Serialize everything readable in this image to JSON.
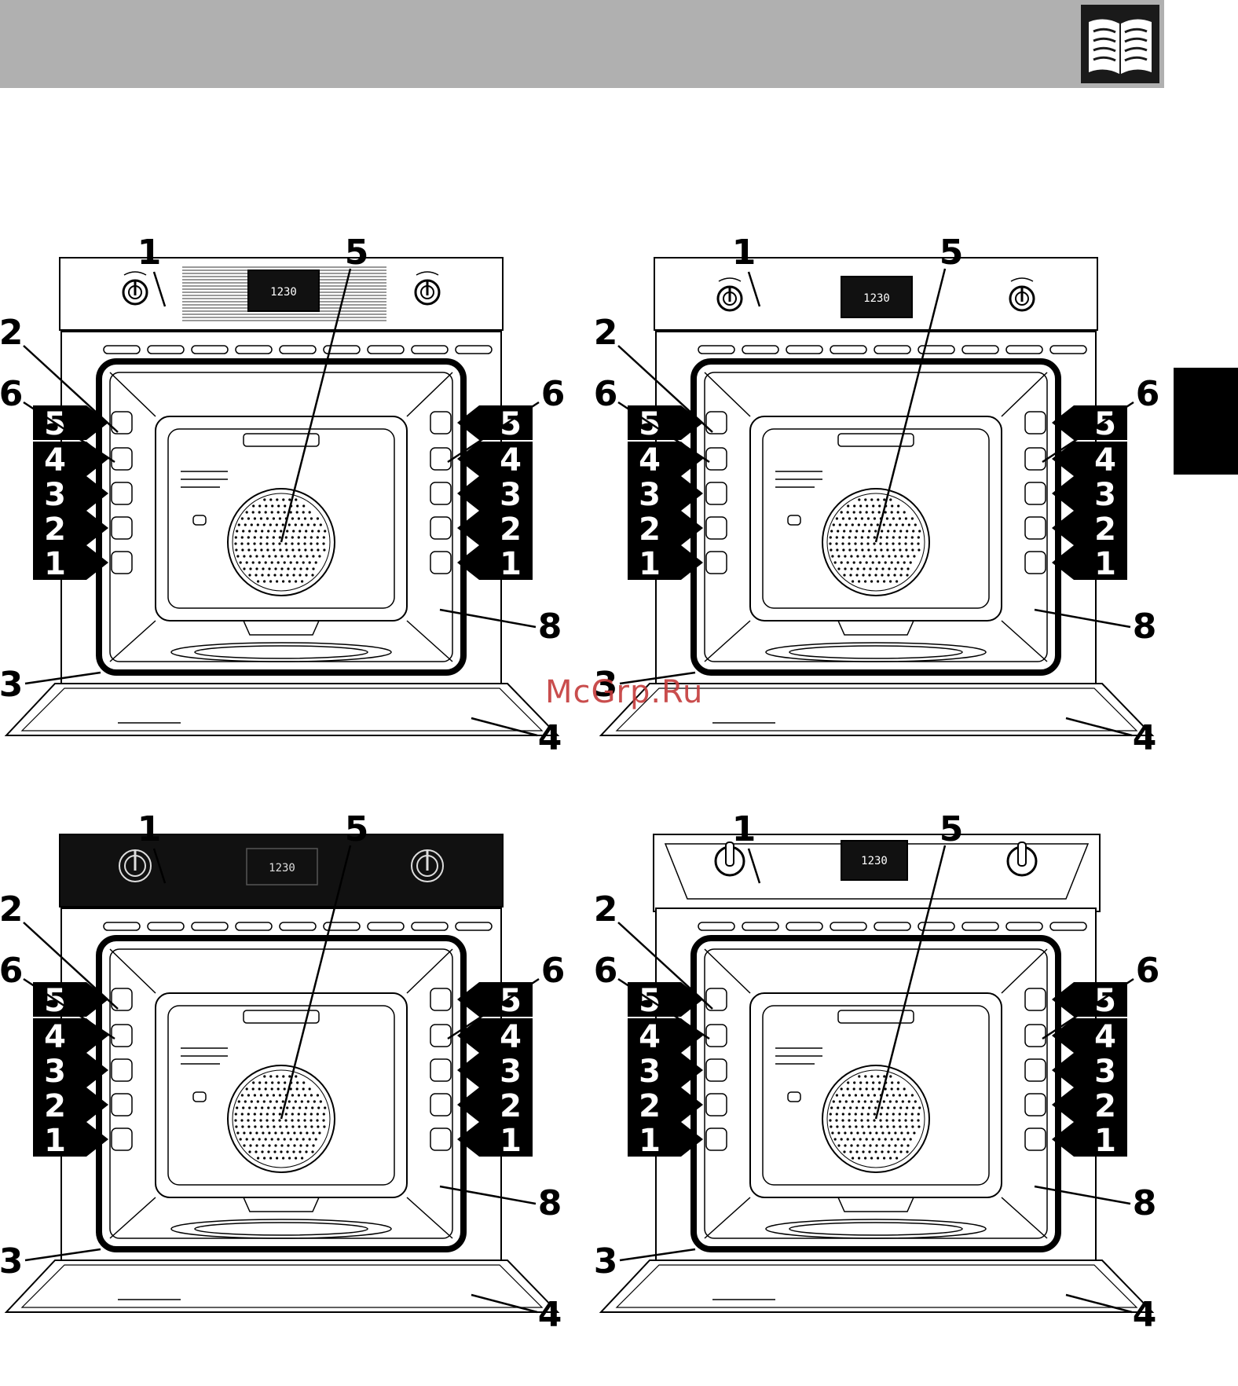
{
  "page": {
    "watermark": "McGrp.Ru",
    "book_icon": "open-book-icon"
  },
  "diagram_labels": {
    "control_panel": "1",
    "seal": "2",
    "light": "3",
    "door": "4",
    "fan": "5",
    "rack_guides": "6",
    "rack_support": "8"
  },
  "rack_levels": [
    "5",
    "4",
    "3",
    "2",
    "1"
  ],
  "clock_display": "12:30",
  "clock_display_shown": "1230",
  "variants": [
    {
      "name": "stainless-panel-horizontal-lines",
      "panel": "lined"
    },
    {
      "name": "plain-panel",
      "panel": "plain"
    },
    {
      "name": "black-glass-panel",
      "panel": "black"
    },
    {
      "name": "classic-panel",
      "panel": "classic"
    }
  ]
}
